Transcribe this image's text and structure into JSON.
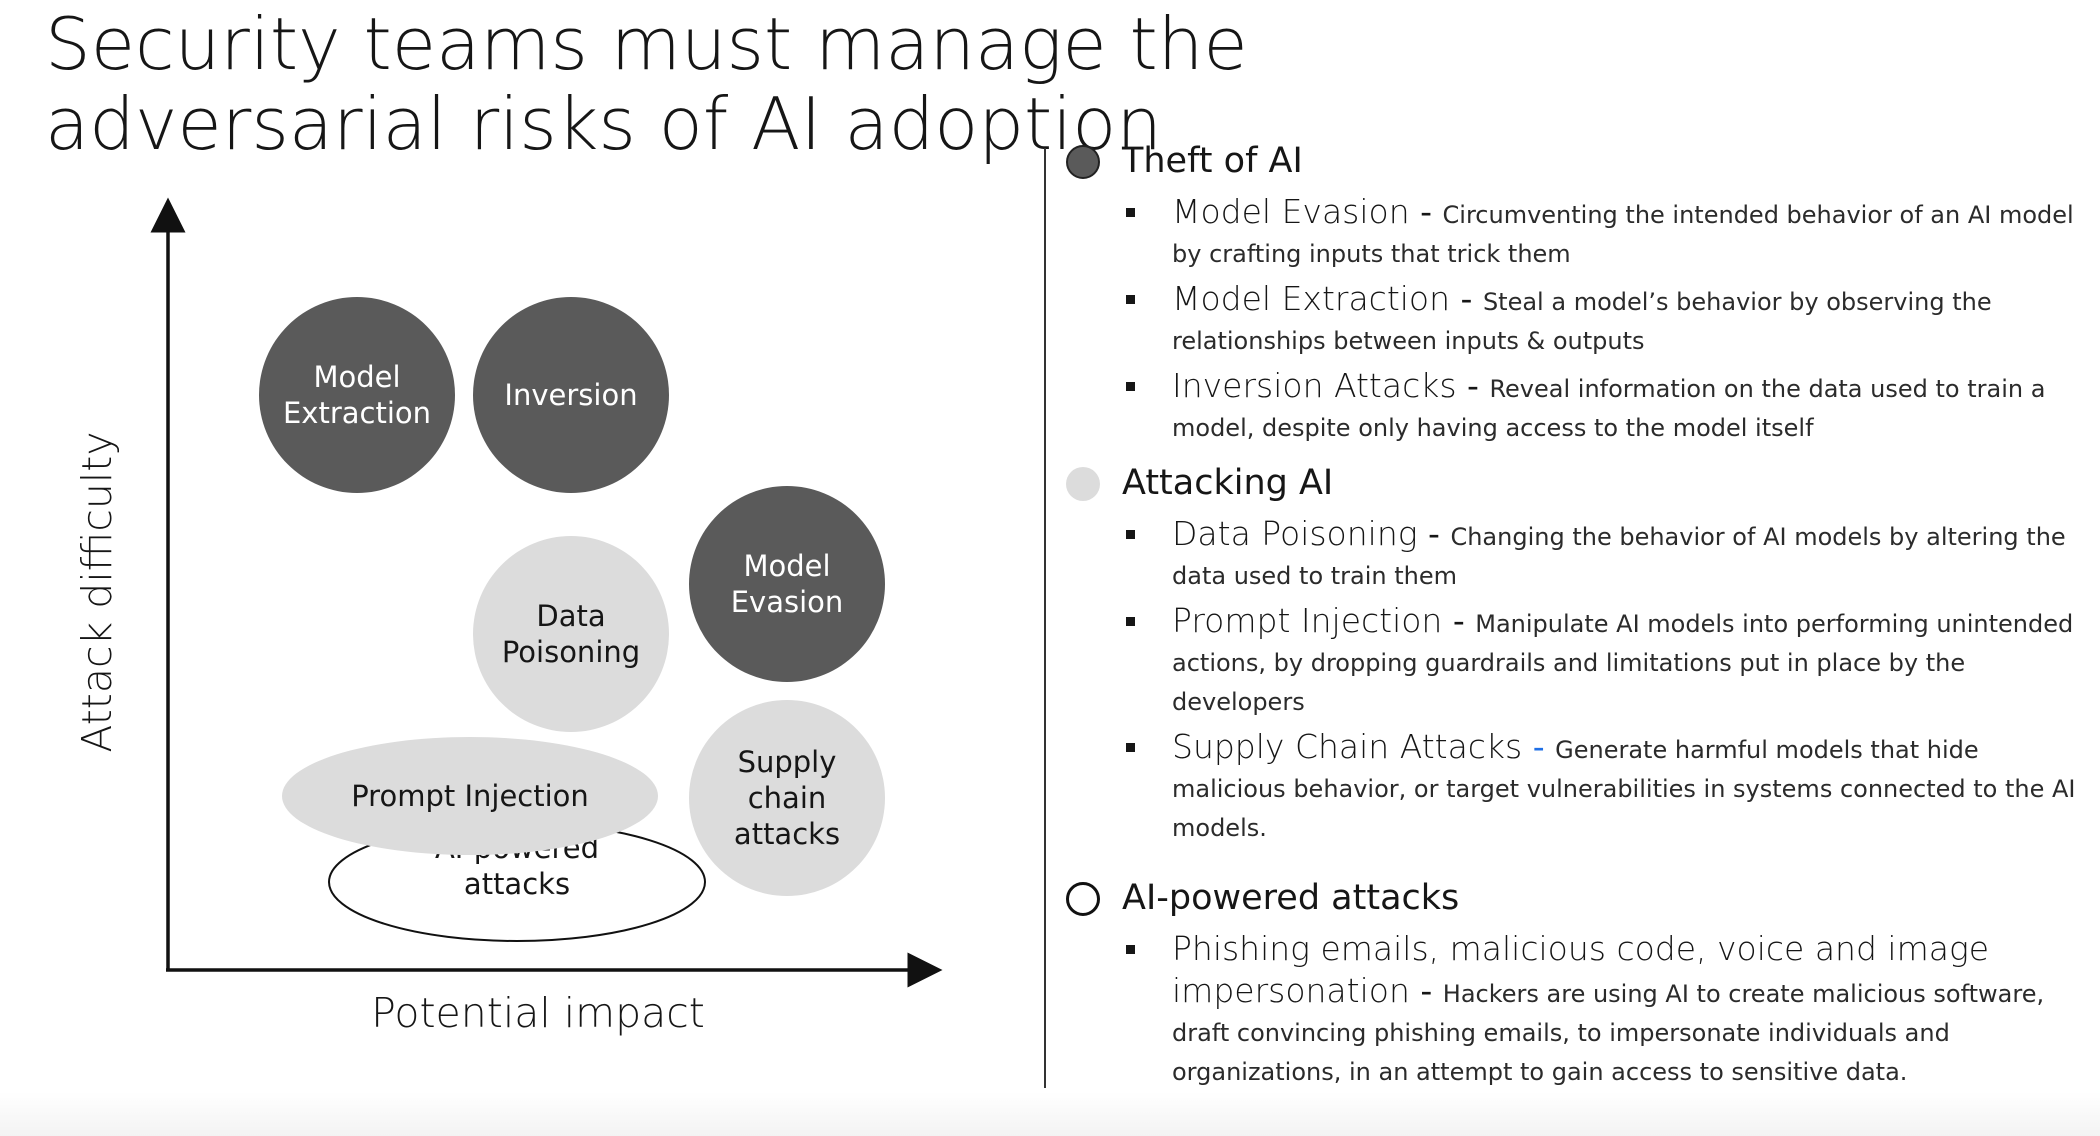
{
  "title": {
    "line1": "Security teams must manage the",
    "line2": "adversarial risks of AI adoption"
  },
  "colors": {
    "dark": "#5a5a5a",
    "light": "#dcdcdc",
    "outline": "#111111",
    "text_dark": "#161616",
    "accent_blue": "#1f6fe6"
  },
  "diagram": {
    "x_axis_label": "Potential impact",
    "y_axis_label": "Attack difficulty",
    "bubbles": [
      {
        "label_lines": [
          "Model",
          "Extraction"
        ],
        "category": "theft"
      },
      {
        "label_lines": [
          "Inversion"
        ],
        "category": "theft"
      },
      {
        "label_lines": [
          "Model",
          "Evasion"
        ],
        "category": "theft"
      },
      {
        "label_lines": [
          "Data",
          "Poisoning"
        ],
        "category": "attacking"
      },
      {
        "label_lines": [
          "Supply",
          "chain",
          "attacks"
        ],
        "category": "attacking"
      },
      {
        "label_lines": [
          "AI-powered",
          "attacks"
        ],
        "category": "powered"
      },
      {
        "label_lines": [
          "Prompt Injection"
        ],
        "category": "attacking"
      }
    ]
  },
  "legend": [
    {
      "title": "Theft of AI",
      "dot_style": "dark",
      "items": [
        {
          "term": "Model Evasion",
          "sep": " - ",
          "desc": "Circumventing the intended behavior of an AI model by crafting inputs that trick them"
        },
        {
          "term": "Model Extraction",
          "sep": " - ",
          "desc": "Steal a model’s behavior by observing the relationships between inputs & outputs"
        },
        {
          "term": "Inversion Attacks",
          "sep": " - ",
          "desc": "Reveal information on the data used to train a model, despite only having access to the model itself"
        }
      ]
    },
    {
      "title": "Attacking AI",
      "dot_style": "light",
      "items": [
        {
          "term": "Data Poisoning",
          "sep": " - ",
          "desc": "Changing the behavior of AI models by altering the data used to train them"
        },
        {
          "term": "Prompt Injection",
          "sep": " - ",
          "desc": "Manipulate AI models into performing unintended actions, by dropping guardrails and limitations put in place by the developers"
        },
        {
          "term": "Supply Chain Attacks",
          "sep": " - ",
          "sep_color": "blue",
          "desc": "Generate harmful models that hide malicious behavior, or target vulnerabilities in systems connected to the AI models."
        }
      ]
    },
    {
      "title": "AI-powered attacks",
      "dot_style": "outline",
      "items": [
        {
          "term": "Phishing emails, malicious code, voice and image impersonation",
          "sep": " - ",
          "desc": "Hackers are using AI to create malicious software, draft convincing phishing emails, to impersonate individuals and organizations, in an attempt to gain access to sensitive data."
        }
      ]
    }
  ]
}
